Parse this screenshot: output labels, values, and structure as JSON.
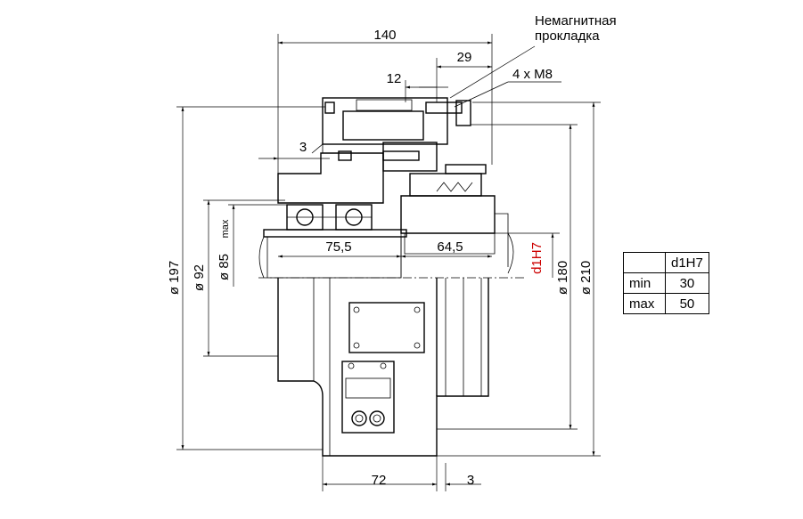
{
  "dimensions": {
    "total_length": "140",
    "len_29": "29",
    "len_12": "12",
    "len_3_top": "3",
    "len_75_5": "75,5",
    "len_64_5": "64,5",
    "len_72": "72",
    "len_3_bottom": "3",
    "dia_197": "ø 197",
    "dia_92": "ø 92",
    "dia_85_max": "ø 85",
    "dia_85_max_sub": "max",
    "dia_180": "ø 180",
    "dia_210": "ø 210",
    "bore": "d1H7"
  },
  "callouts": {
    "nonmagnetic_line1": "Немагнитная",
    "nonmagnetic_line2": "прокладка",
    "bolts": "4 x M8"
  },
  "bore_table": {
    "header": [
      "",
      "d1H7"
    ],
    "rows": [
      {
        "label": "min",
        "value": "30"
      },
      {
        "label": "max",
        "value": "50"
      }
    ]
  },
  "colors": {
    "line": "#000000",
    "bore_label": "#cc0000"
  }
}
